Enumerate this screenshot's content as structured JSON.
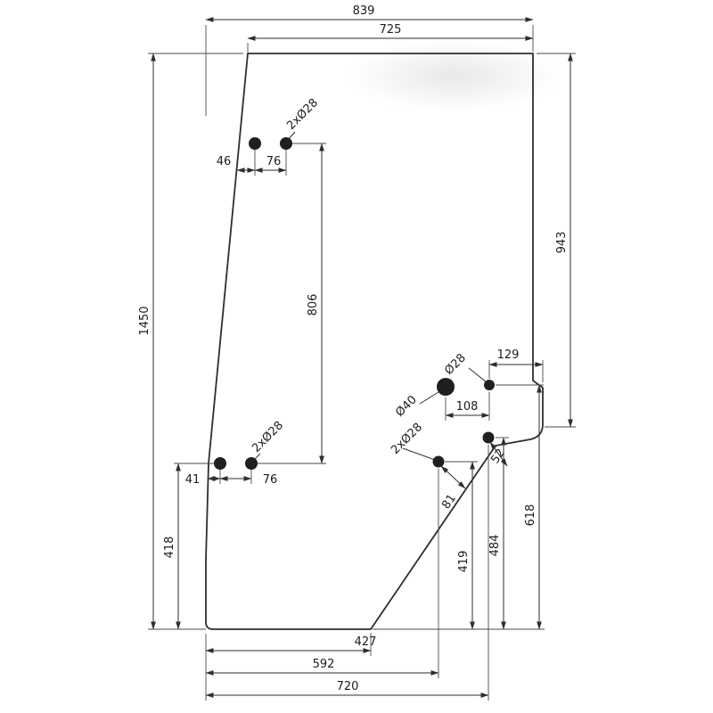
{
  "drawing": {
    "dimensions": {
      "overall_width": "839",
      "top_width": "725",
      "right_height": "943",
      "overall_height": "1450",
      "hole_row_span": "806",
      "upper_edge_offset": "46",
      "upper_hole_pitch": "76",
      "upper_holes": "2xØ28",
      "lower_edge_offset": "41",
      "lower_hole_pitch": "76",
      "lower_left_holes": "2xØ28",
      "large_hole": "Ø40",
      "small_hole": "Ø28",
      "hole_to_edge": "129",
      "hole_pitch_mid": "108",
      "lower_left_height": "418",
      "edge_offset_52": "52",
      "edge_offset_81": "81",
      "hole_height_618": "618",
      "hole_height_484": "484",
      "hole_height_419": "419",
      "bottom_seg_427": "427",
      "bottom_seg_592": "592",
      "bottom_seg_720": "720",
      "bottom_right_holes": "2xØ28"
    }
  }
}
